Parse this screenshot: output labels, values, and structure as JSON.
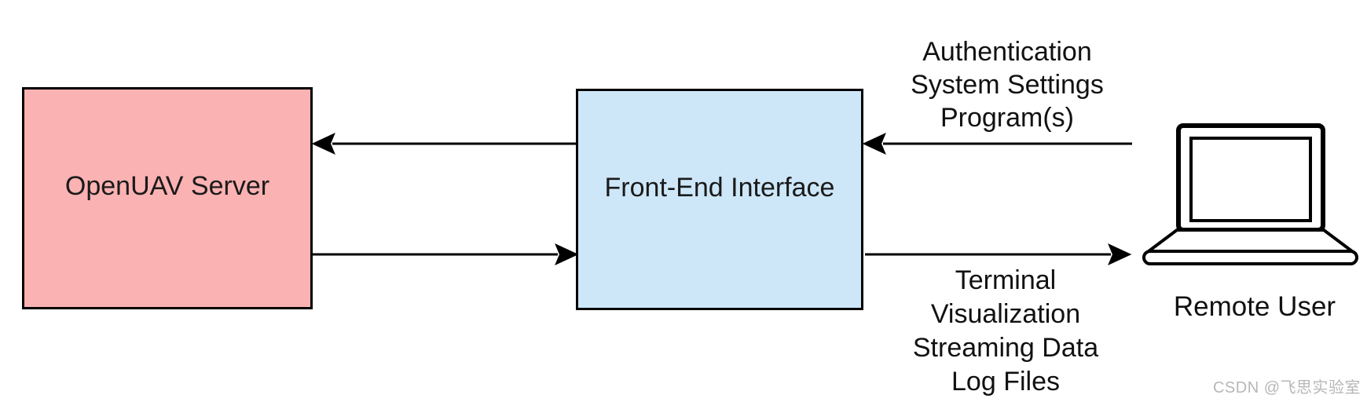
{
  "diagram": {
    "nodes": {
      "server": {
        "label": "OpenUAV Server",
        "fill": "#fbb2b2"
      },
      "frontend": {
        "label": "Front-End Interface",
        "fill": "#cde7f9"
      },
      "remote_user": {
        "label": "Remote User",
        "icon": "laptop-icon"
      }
    },
    "edges": [
      {
        "from": "frontend",
        "to": "server",
        "direction": "left",
        "label": ""
      },
      {
        "from": "server",
        "to": "frontend",
        "direction": "right",
        "label": ""
      },
      {
        "from": "remote_user",
        "to": "frontend",
        "direction": "left",
        "label": "Authentication System Settings Program(s)"
      },
      {
        "from": "frontend",
        "to": "remote_user",
        "direction": "right",
        "label": "Terminal Visualization Streaming Data Log Files"
      }
    ],
    "annotations": {
      "request": {
        "lines": [
          "Authentication",
          "System Settings",
          "Program(s)"
        ]
      },
      "response": {
        "lines": [
          "Terminal",
          "Visualization",
          "Streaming Data",
          "Log Files"
        ]
      }
    },
    "colors": {
      "server_fill": "#fbb2b2",
      "frontend_fill": "#cde7f9",
      "stroke": "#000000",
      "watermark_gray": "#b7b7b7"
    },
    "watermark": "CSDN @飞思实验室"
  }
}
